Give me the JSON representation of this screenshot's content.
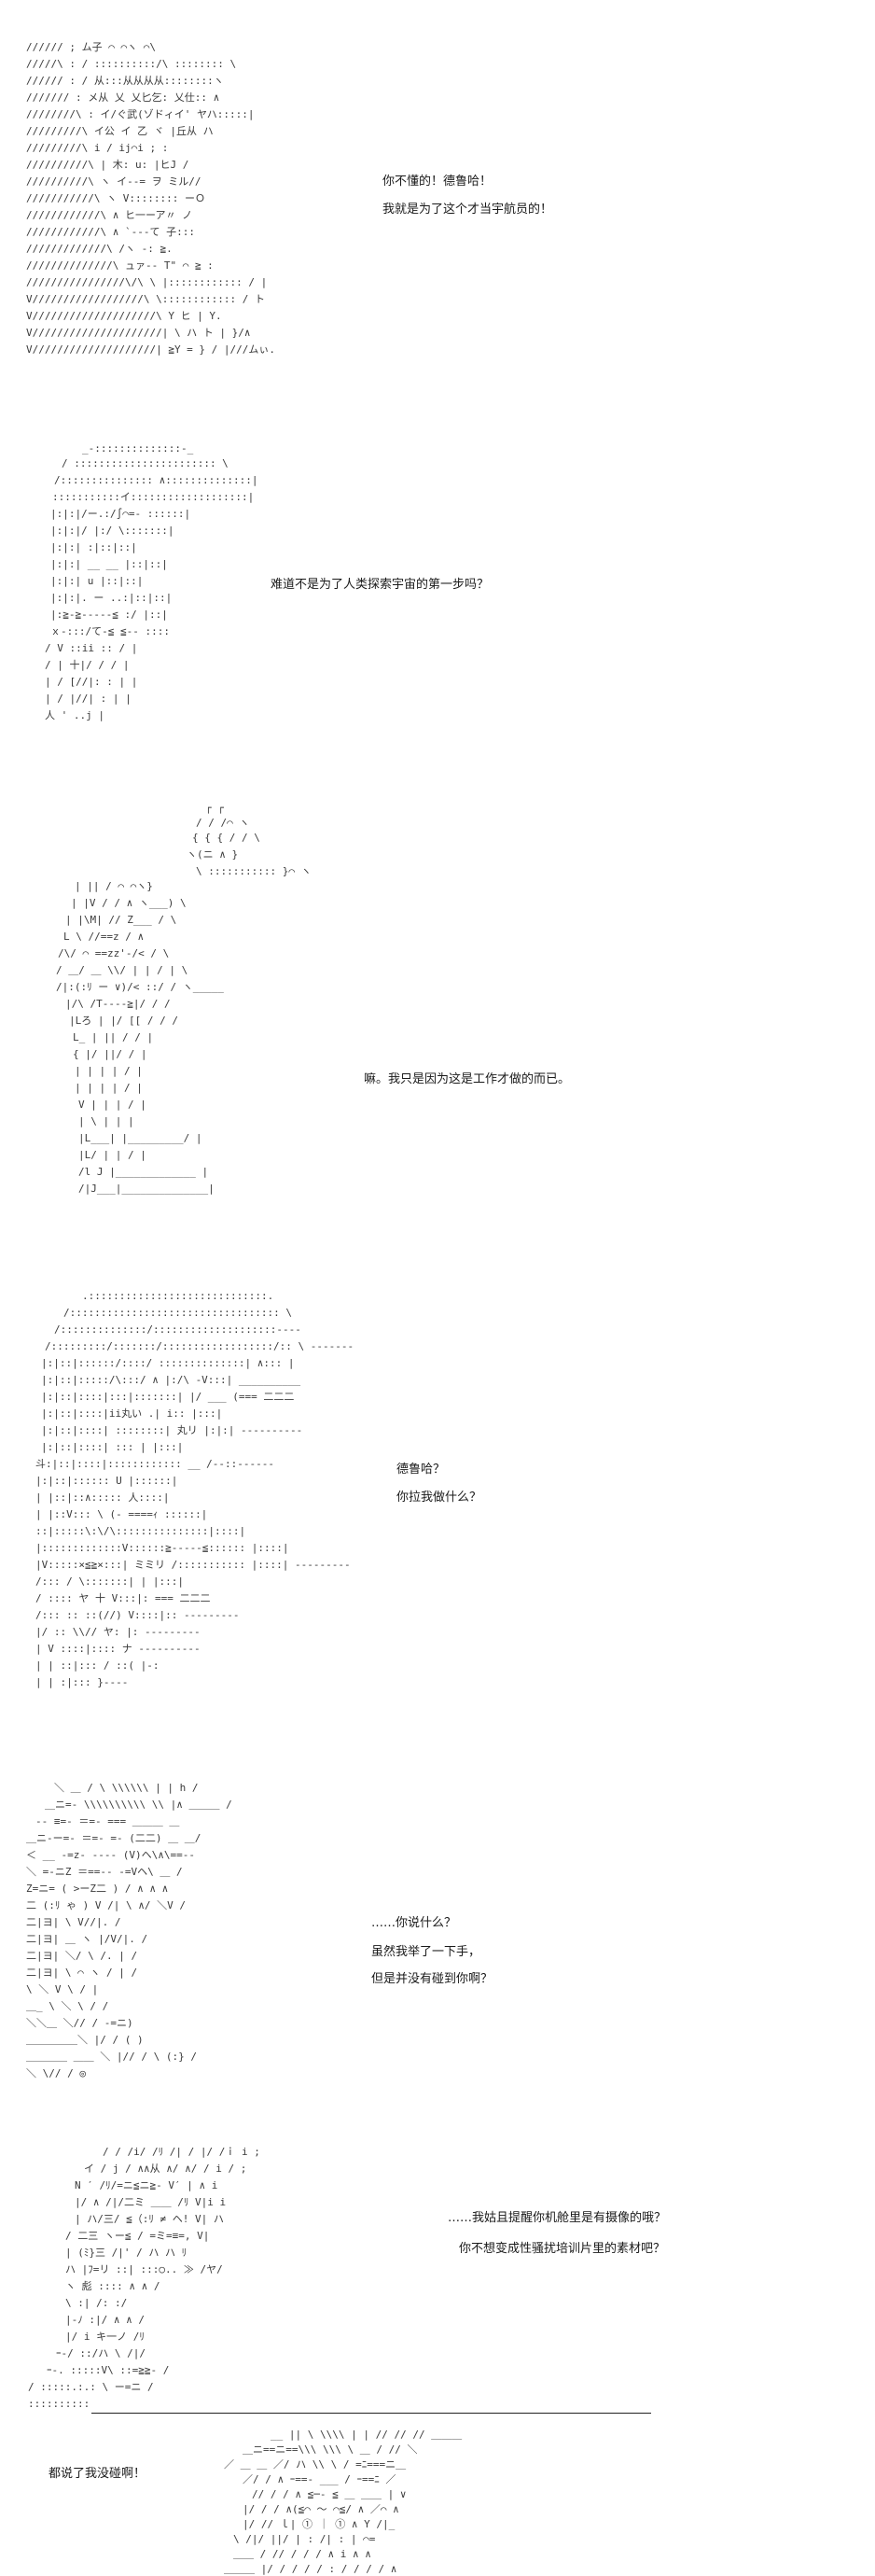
{
  "panels": [
    {
      "lines": [
        "你不懂的！德鲁哈！",
        "我就是为了这个才当宇航员的！"
      ]
    },
    {
      "lines": [
        "难道不是为了人类探索宇宙的第一步吗？"
      ]
    },
    {
      "lines": [
        "嘛。我只是因为这是工作才做的而已。"
      ]
    },
    {
      "lines": [
        "德鲁哈？",
        "你拉我做什么？"
      ]
    },
    {
      "lines": [
        "……你说什么？",
        "虽然我举了一下手，",
        "但是并没有碰到你啊？"
      ]
    },
    {
      "lines": [
        "……我姑且提醒你机舱里是有摄像的哦？",
        "你不想变成性骚扰培训片里的素材吧？"
      ]
    },
    {
      "lines": [
        "都说了我没碰啊！"
      ]
    }
  ]
}
